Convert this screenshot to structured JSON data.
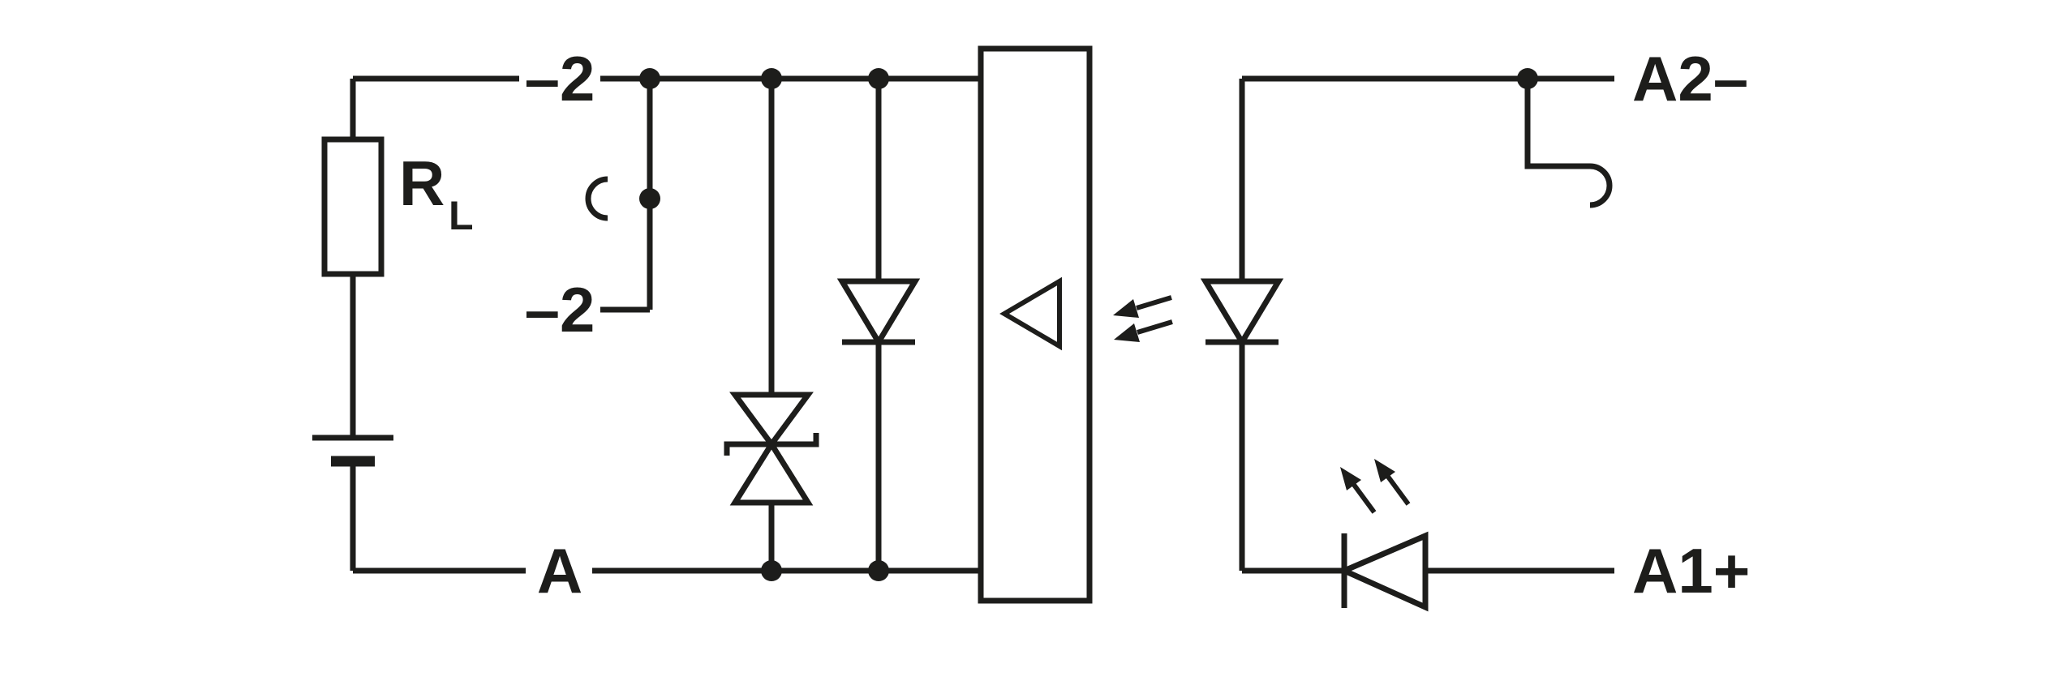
{
  "diagram": {
    "background": "#ffffff",
    "line_color": "#1d1d1b",
    "terminals": {
      "minus2_top": "–2",
      "minus2_mid": "–2",
      "a": "A",
      "a2_minus": "A2–",
      "a1_plus": "A1+"
    },
    "load_resistor": {
      "main": "R",
      "subscript": "L"
    },
    "symbols": [
      "load-resistor-icon",
      "battery-icon",
      "plug-contact-icon",
      "junction-dot-icon",
      "tvs-suppressor-diode-icon",
      "clamp-diode-icon",
      "output-driver-icon",
      "optocoupler-light-arrows-icon",
      "optocoupler-emitter-diode-icon",
      "indicator-led-icon"
    ]
  }
}
